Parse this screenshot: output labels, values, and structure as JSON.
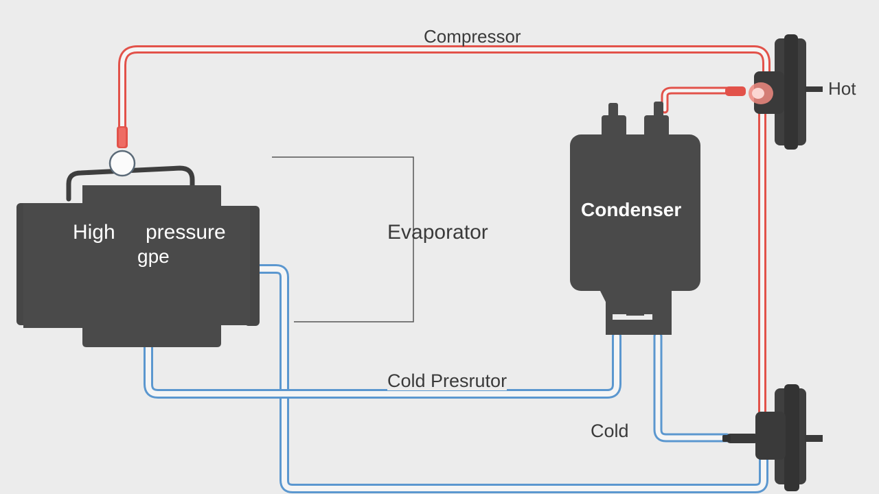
{
  "labels": {
    "compressor": "Compressor",
    "hot": "Hot",
    "high": "High",
    "pressure": "pressure",
    "gpe": "gpe",
    "evaporator": "Evaporator",
    "condenser": "Condenser",
    "cold_pressure": "Cold Presrutor",
    "cold": "Cold"
  },
  "colors": {
    "background": "#ececec",
    "hot_line": "#e2524a",
    "cold_line": "#5b97cf",
    "component": "#4a4a4a"
  }
}
